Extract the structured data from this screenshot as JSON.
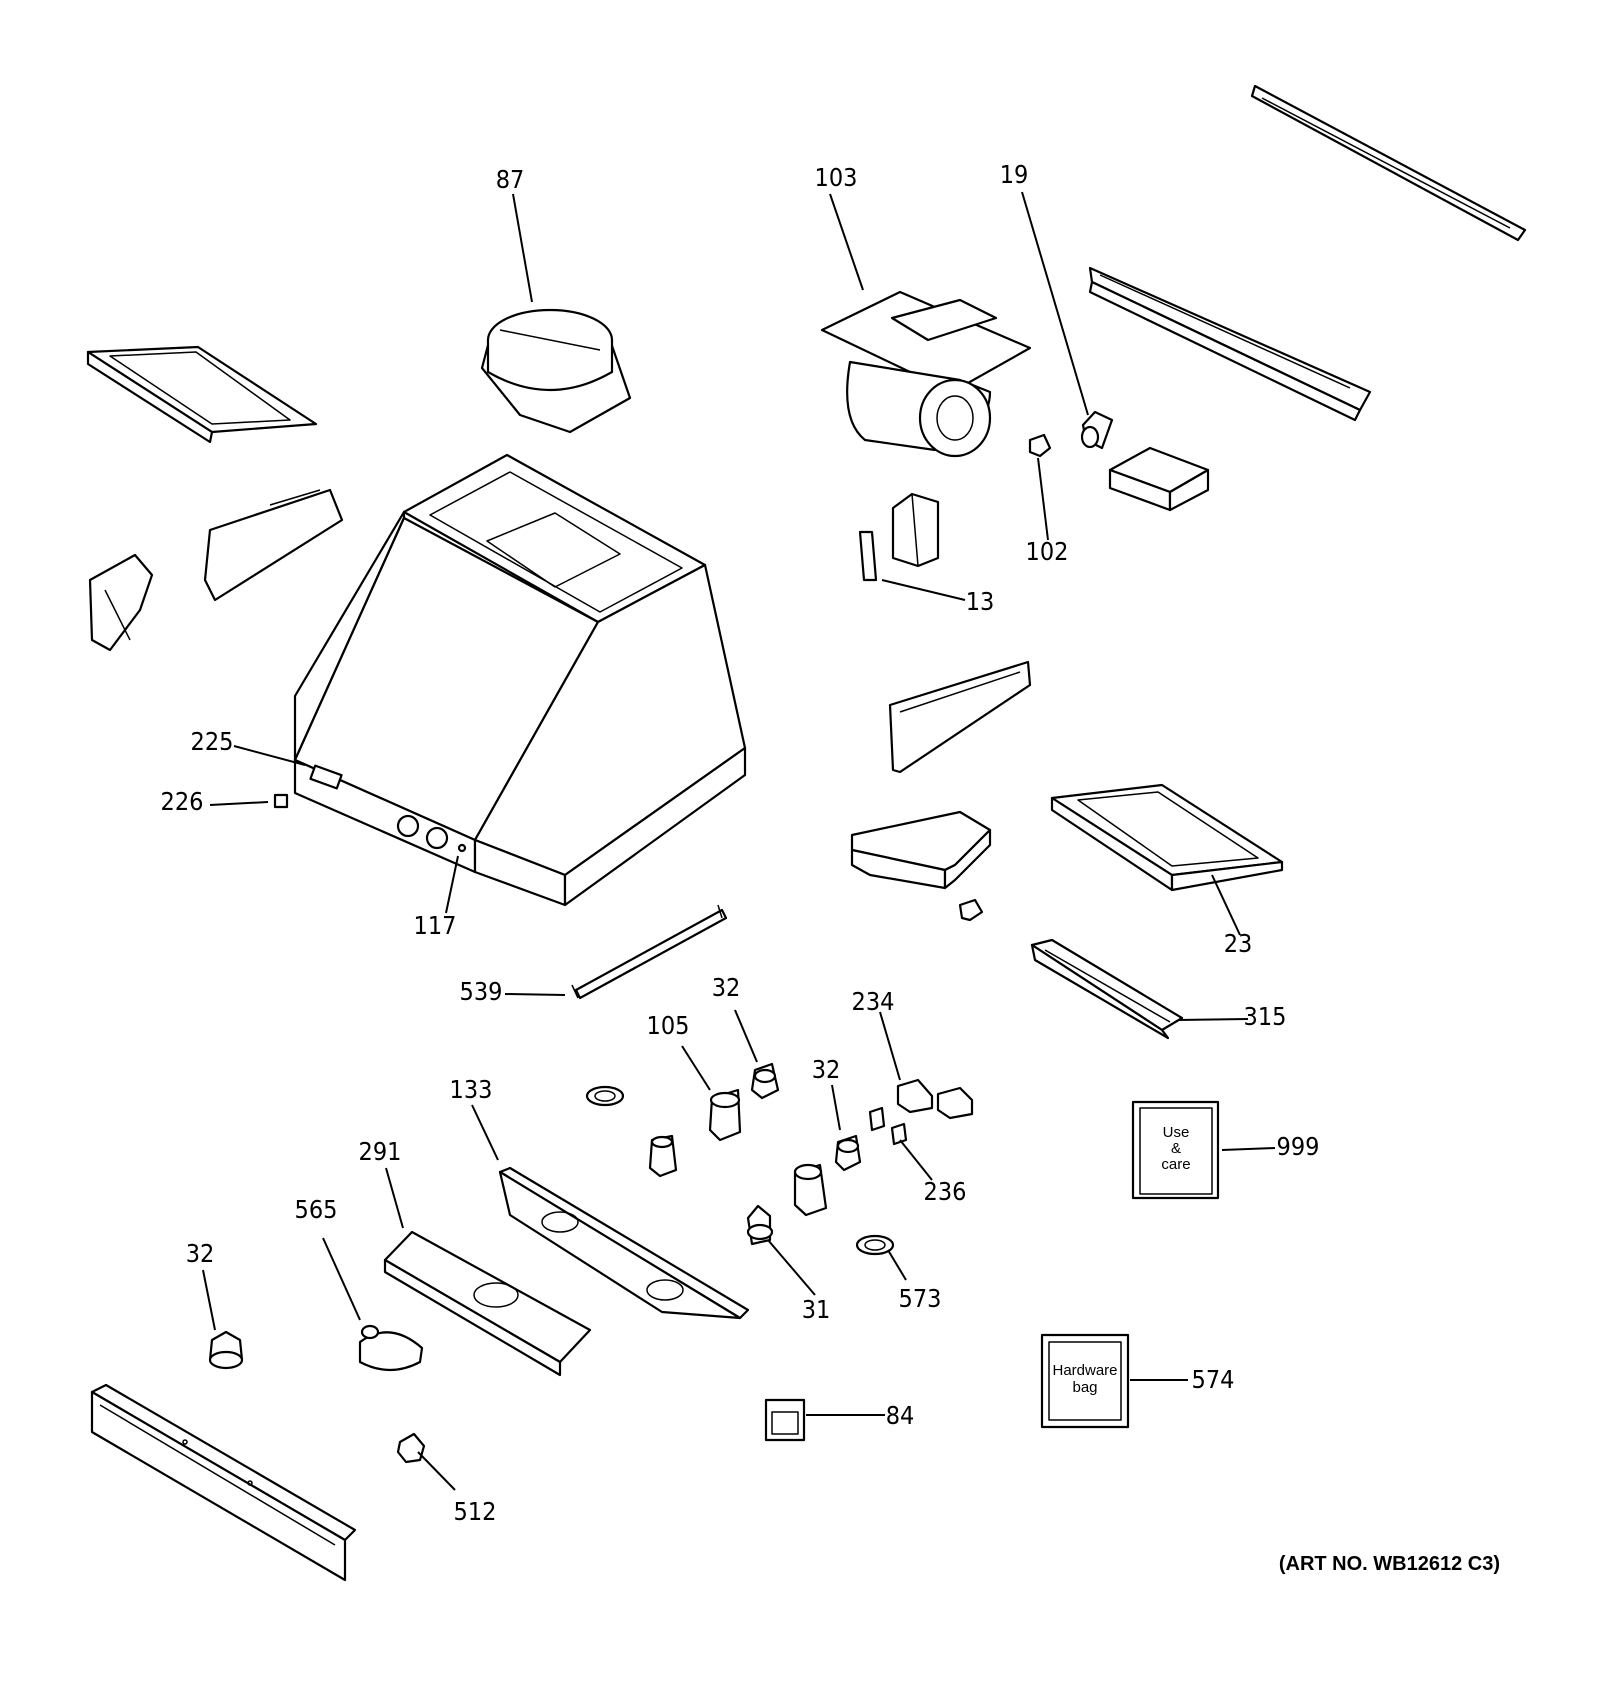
{
  "callouts": {
    "c87": "87",
    "c103": "103",
    "c19": "19",
    "c102": "102",
    "c13": "13",
    "c225": "225",
    "c226": "226",
    "c117": "117",
    "c23": "23",
    "c539": "539",
    "c315": "315",
    "c32a": "32",
    "c105": "105",
    "c234": "234",
    "c32b": "32",
    "c133": "133",
    "c291": "291",
    "c236": "236",
    "c999": "999",
    "c565": "565",
    "c32c": "32",
    "c31": "31",
    "c573": "573",
    "c574": "574",
    "c84": "84",
    "c512": "512"
  },
  "manual_box": {
    "line1": "Use",
    "line2": "&",
    "line3": "care"
  },
  "hardware_box": {
    "line1": "Hardware",
    "line2": "bag"
  },
  "art_number": "(ART NO. WB12612 C3)"
}
